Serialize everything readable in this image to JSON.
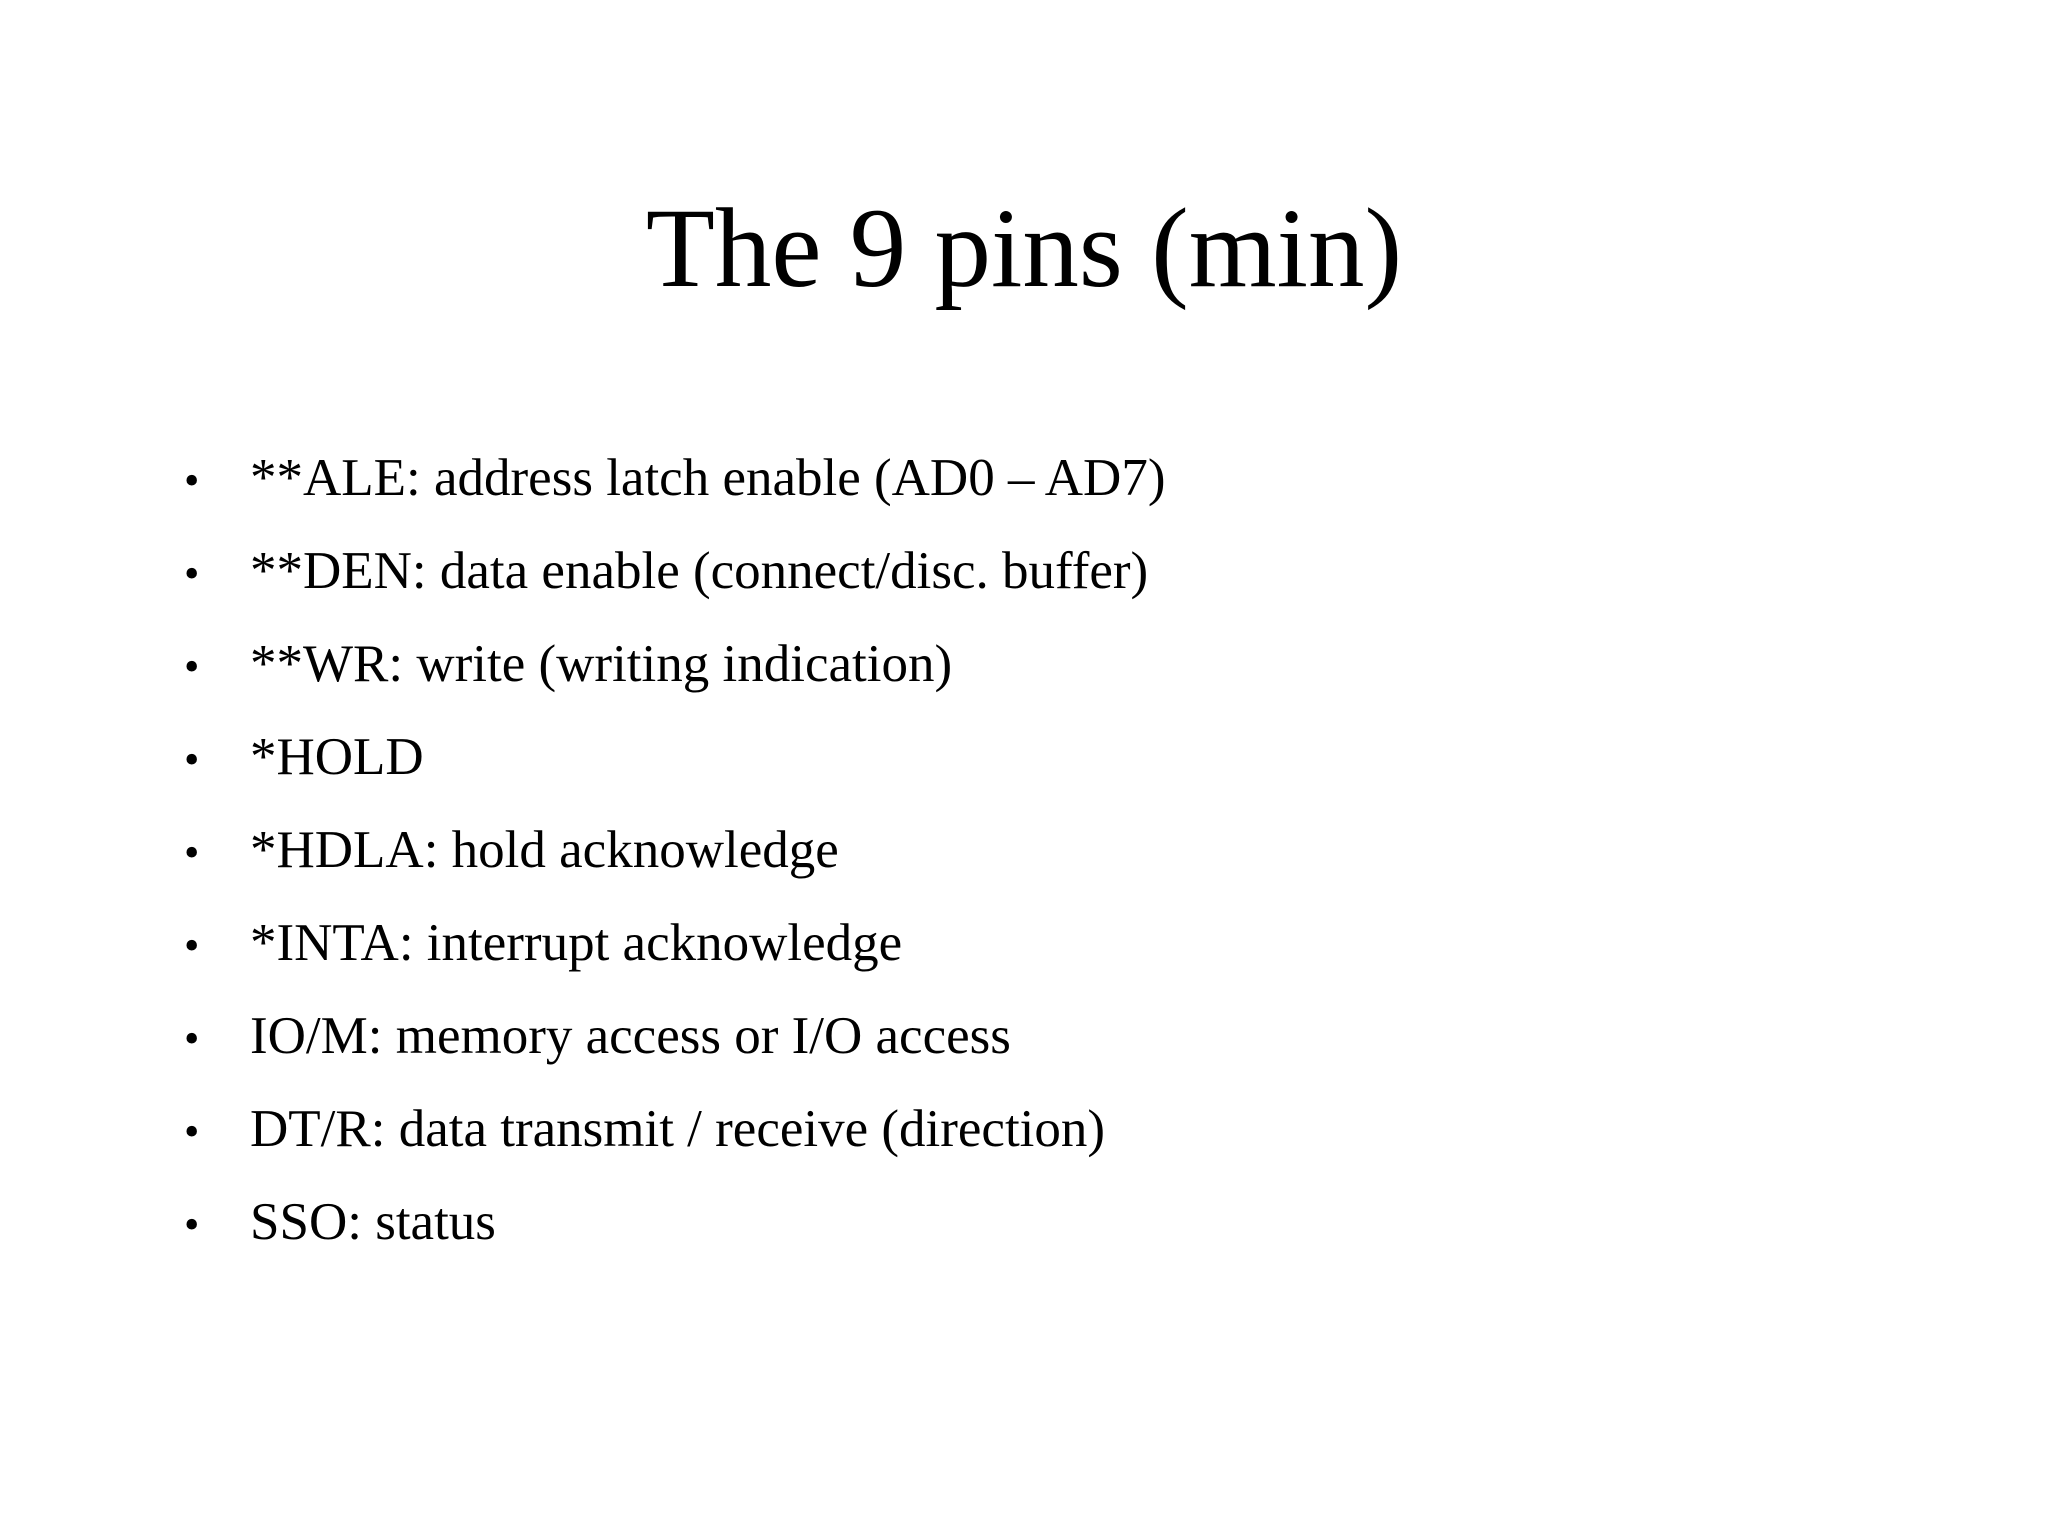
{
  "slide": {
    "title": "The 9 pins (min)",
    "background_color": "#ffffff",
    "text_color": "#000000",
    "bullet_glyph": "•",
    "bullets": [
      {
        "text": "**ALE: address latch enable (AD0 – AD7)"
      },
      {
        "text": "**DEN: data enable (connect/disc. buffer)"
      },
      {
        "text": "**WR: write (writing indication)"
      },
      {
        "text": "*HOLD"
      },
      {
        "text": "*HDLA: hold acknowledge"
      },
      {
        "text": "*INTA: interrupt acknowledge"
      },
      {
        "text": "IO/M: memory access or I/O access"
      },
      {
        "text": "DT/R: data transmit / receive (direction)"
      },
      {
        "text": "SSO: status"
      }
    ]
  }
}
